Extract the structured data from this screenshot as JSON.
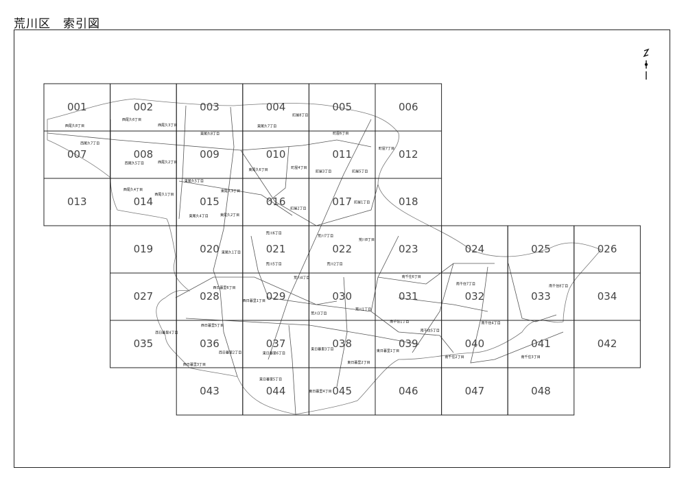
{
  "title": "荒川区　索引図",
  "north_symbol_label": "N",
  "colors": {
    "grid": "#222222",
    "label": "#444444",
    "boundary": "#555555"
  },
  "grid": {
    "cells": [
      {
        "id": "001",
        "row": 0,
        "col": 0
      },
      {
        "id": "002",
        "row": 0,
        "col": 1
      },
      {
        "id": "003",
        "row": 0,
        "col": 2
      },
      {
        "id": "004",
        "row": 0,
        "col": 3
      },
      {
        "id": "005",
        "row": 0,
        "col": 4
      },
      {
        "id": "006",
        "row": 0,
        "col": 5
      },
      {
        "id": "007",
        "row": 1,
        "col": 0
      },
      {
        "id": "008",
        "row": 1,
        "col": 1
      },
      {
        "id": "009",
        "row": 1,
        "col": 2
      },
      {
        "id": "010",
        "row": 1,
        "col": 3
      },
      {
        "id": "011",
        "row": 1,
        "col": 4
      },
      {
        "id": "012",
        "row": 1,
        "col": 5
      },
      {
        "id": "013",
        "row": 2,
        "col": 0
      },
      {
        "id": "014",
        "row": 2,
        "col": 1
      },
      {
        "id": "015",
        "row": 2,
        "col": 2
      },
      {
        "id": "016",
        "row": 2,
        "col": 3
      },
      {
        "id": "017",
        "row": 2,
        "col": 4
      },
      {
        "id": "018",
        "row": 2,
        "col": 5
      },
      {
        "id": "019",
        "row": 3,
        "col": 1
      },
      {
        "id": "020",
        "row": 3,
        "col": 2
      },
      {
        "id": "021",
        "row": 3,
        "col": 3
      },
      {
        "id": "022",
        "row": 3,
        "col": 4
      },
      {
        "id": "023",
        "row": 3,
        "col": 5
      },
      {
        "id": "024",
        "row": 3,
        "col": 6
      },
      {
        "id": "025",
        "row": 3,
        "col": 7
      },
      {
        "id": "026",
        "row": 3,
        "col": 8
      },
      {
        "id": "027",
        "row": 4,
        "col": 1
      },
      {
        "id": "028",
        "row": 4,
        "col": 2
      },
      {
        "id": "029",
        "row": 4,
        "col": 3
      },
      {
        "id": "030",
        "row": 4,
        "col": 4
      },
      {
        "id": "031",
        "row": 4,
        "col": 5
      },
      {
        "id": "032",
        "row": 4,
        "col": 6
      },
      {
        "id": "033",
        "row": 4,
        "col": 7
      },
      {
        "id": "034",
        "row": 4,
        "col": 8
      },
      {
        "id": "035",
        "row": 5,
        "col": 1
      },
      {
        "id": "036",
        "row": 5,
        "col": 2
      },
      {
        "id": "037",
        "row": 5,
        "col": 3
      },
      {
        "id": "038",
        "row": 5,
        "col": 4
      },
      {
        "id": "039",
        "row": 5,
        "col": 5
      },
      {
        "id": "040",
        "row": 5,
        "col": 6
      },
      {
        "id": "041",
        "row": 5,
        "col": 7
      },
      {
        "id": "042",
        "row": 5,
        "col": 8
      },
      {
        "id": "043",
        "row": 6,
        "col": 2
      },
      {
        "id": "044",
        "row": 6,
        "col": 3
      },
      {
        "id": "045",
        "row": 6,
        "col": 4
      },
      {
        "id": "046",
        "row": 6,
        "col": 5
      },
      {
        "id": "047",
        "row": 6,
        "col": 6
      },
      {
        "id": "048",
        "row": 6,
        "col": 7
      }
    ]
  },
  "town_labels": [
    {
      "text": "西尾久8丁目",
      "row": 0,
      "col": 0,
      "fx": 0.32,
      "fy": 0.91
    },
    {
      "text": "西尾久7丁目",
      "row": 1,
      "col": 0,
      "fx": 0.55,
      "fy": 0.28
    },
    {
      "text": "西尾久6丁目",
      "row": 0,
      "col": 1,
      "fx": 0.18,
      "fy": 0.78
    },
    {
      "text": "西尾久3丁目",
      "row": 0,
      "col": 1,
      "fx": 0.72,
      "fy": 0.9
    },
    {
      "text": "西尾久5丁目",
      "row": 1,
      "col": 1,
      "fx": 0.22,
      "fy": 0.7
    },
    {
      "text": "西尾久2丁目",
      "row": 1,
      "col": 1,
      "fx": 0.72,
      "fy": 0.68
    },
    {
      "text": "西尾久4丁目",
      "row": 2,
      "col": 1,
      "fx": 0.2,
      "fy": 0.26
    },
    {
      "text": "西尾久1丁目",
      "row": 2,
      "col": 1,
      "fx": 0.67,
      "fy": 0.36
    },
    {
      "text": "東尾久8丁目",
      "row": 1,
      "col": 2,
      "fx": 0.36,
      "fy": 0.08
    },
    {
      "text": "東尾久5丁目",
      "row": 2,
      "col": 2,
      "fx": 0.12,
      "fy": 0.08
    },
    {
      "text": "東尾久3丁目",
      "row": 2,
      "col": 2,
      "fx": 0.67,
      "fy": 0.29
    },
    {
      "text": "東尾久4丁目",
      "row": 2,
      "col": 2,
      "fx": 0.19,
      "fy": 0.82
    },
    {
      "text": "東尾久2丁目",
      "row": 2,
      "col": 2,
      "fx": 0.66,
      "fy": 0.8
    },
    {
      "text": "東尾久7丁目",
      "row": 0,
      "col": 3,
      "fx": 0.22,
      "fy": 0.92
    },
    {
      "text": "東尾久6丁目",
      "row": 1,
      "col": 3,
      "fx": 0.09,
      "fy": 0.84
    },
    {
      "text": "東尾久1丁目",
      "row": 3,
      "col": 2,
      "fx": 0.68,
      "fy": 0.59
    },
    {
      "text": "町屋8丁目",
      "row": 0,
      "col": 3,
      "fx": 0.75,
      "fy": 0.69
    },
    {
      "text": "町屋4丁目",
      "row": 1,
      "col": 3,
      "fx": 0.73,
      "fy": 0.8
    },
    {
      "text": "町屋2丁目",
      "row": 2,
      "col": 3,
      "fx": 0.72,
      "fy": 0.66
    },
    {
      "text": "町屋6丁目",
      "row": 1,
      "col": 4,
      "fx": 0.36,
      "fy": 0.07
    },
    {
      "text": "町屋3丁目",
      "row": 1,
      "col": 4,
      "fx": 0.1,
      "fy": 0.88
    },
    {
      "text": "町屋5丁目",
      "row": 1,
      "col": 4,
      "fx": 0.65,
      "fy": 0.88
    },
    {
      "text": "町屋7丁目",
      "row": 1,
      "col": 5,
      "fx": 0.05,
      "fy": 0.39
    },
    {
      "text": "町屋1丁目",
      "row": 2,
      "col": 4,
      "fx": 0.68,
      "fy": 0.53
    },
    {
      "text": "荒川6丁目",
      "row": 3,
      "col": 3,
      "fx": 0.35,
      "fy": 0.18
    },
    {
      "text": "荒川5丁目",
      "row": 3,
      "col": 3,
      "fx": 0.35,
      "fy": 0.83
    },
    {
      "text": "荒川7丁目",
      "row": 3,
      "col": 4,
      "fx": 0.13,
      "fy": 0.24
    },
    {
      "text": "荒川8丁目",
      "row": 3,
      "col": 4,
      "fx": 0.75,
      "fy": 0.32
    },
    {
      "text": "荒川2丁目",
      "row": 3,
      "col": 4,
      "fx": 0.27,
      "fy": 0.83
    },
    {
      "text": "荒川4丁目",
      "row": 4,
      "col": 3,
      "fx": 0.77,
      "fy": 0.12
    },
    {
      "text": "荒川1丁目",
      "row": 4,
      "col": 4,
      "fx": 0.7,
      "fy": 0.79
    },
    {
      "text": "荒川3丁目",
      "row": 4,
      "col": 4,
      "fx": 0.03,
      "fy": 0.88
    },
    {
      "text": "西日暮里6丁目",
      "row": 4,
      "col": 2,
      "fx": 0.55,
      "fy": 0.33
    },
    {
      "text": "西日暮里1丁目",
      "row": 4,
      "col": 3,
      "fx": 0.0,
      "fy": 0.61
    },
    {
      "text": "西日暮里5丁目",
      "row": 5,
      "col": 2,
      "fx": 0.37,
      "fy": 0.13
    },
    {
      "text": "西日暮里4丁目",
      "row": 5,
      "col": 1,
      "fx": 0.68,
      "fy": 0.28
    },
    {
      "text": "西日暮里2丁目",
      "row": 5,
      "col": 2,
      "fx": 0.64,
      "fy": 0.7
    },
    {
      "text": "西日暮里3丁目",
      "row": 5,
      "col": 2,
      "fx": 0.1,
      "fy": 0.96
    },
    {
      "text": "東日暮里6丁目",
      "row": 5,
      "col": 3,
      "fx": 0.3,
      "fy": 0.72
    },
    {
      "text": "東日暮里5丁目",
      "row": 6,
      "col": 3,
      "fx": 0.25,
      "fy": 0.27
    },
    {
      "text": "東日暮里3丁目",
      "row": 5,
      "col": 4,
      "fx": 0.03,
      "fy": 0.63
    },
    {
      "text": "東日暮里2丁目",
      "row": 5,
      "col": 4,
      "fx": 0.58,
      "fy": 0.91
    },
    {
      "text": "東日暮里1丁目",
      "row": 5,
      "col": 5,
      "fx": 0.02,
      "fy": 0.67
    },
    {
      "text": "東日暮里4丁目",
      "row": 6,
      "col": 4,
      "fx": 0.0,
      "fy": 0.52
    },
    {
      "text": "南千住6丁目",
      "row": 4,
      "col": 5,
      "fx": 0.4,
      "fy": 0.1
    },
    {
      "text": "南千住7丁目",
      "row": 4,
      "col": 6,
      "fx": 0.22,
      "fy": 0.25
    },
    {
      "text": "南千住8丁目",
      "row": 4,
      "col": 7,
      "fx": 0.62,
      "fy": 0.3
    },
    {
      "text": "南千住1丁目",
      "row": 5,
      "col": 5,
      "fx": 0.22,
      "fy": 0.05
    },
    {
      "text": "南千住5丁目",
      "row": 5,
      "col": 5,
      "fx": 0.68,
      "fy": 0.24
    },
    {
      "text": "南千住4丁目",
      "row": 5,
      "col": 6,
      "fx": 0.6,
      "fy": 0.08
    },
    {
      "text": "南千住2丁目",
      "row": 5,
      "col": 6,
      "fx": 0.05,
      "fy": 0.8
    },
    {
      "text": "南千住3丁目",
      "row": 5,
      "col": 7,
      "fx": 0.2,
      "fy": 0.8
    }
  ]
}
